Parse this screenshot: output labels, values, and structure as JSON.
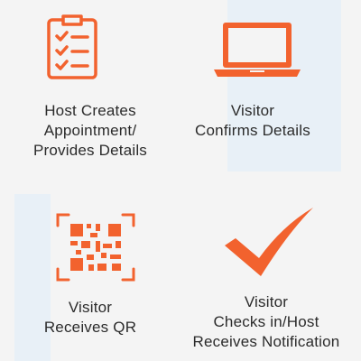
{
  "accent_color": "#f2622e",
  "steps": [
    {
      "icon": "clipboard-checklist-icon",
      "lines": [
        "Host Creates",
        "Appointment/",
        "Provides Details"
      ]
    },
    {
      "icon": "laptop-icon",
      "lines": [
        "Visitor",
        "Confirms Details"
      ]
    },
    {
      "icon": "qr-code-scan-icon",
      "lines": [
        "Visitor",
        "Receives QR"
      ]
    },
    {
      "icon": "checkmark-icon",
      "lines": [
        "Visitor",
        "Checks in/Host",
        "Receives Notification"
      ]
    }
  ]
}
